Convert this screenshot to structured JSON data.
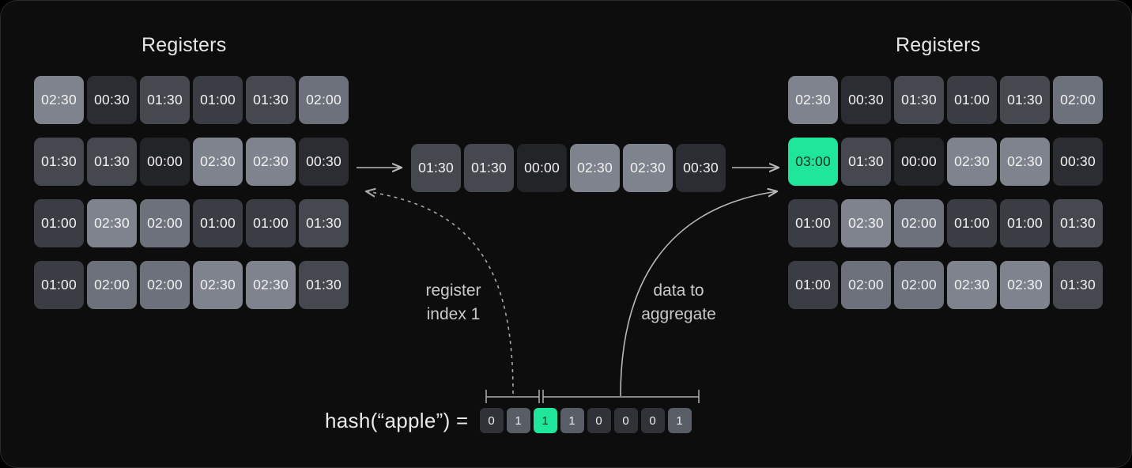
{
  "theme": {
    "background": "#0d0d0e",
    "border": "#2b2b2d",
    "accent_green": "#1fe69b",
    "text": "#e6e6e6",
    "muted_text": "#c9c9c9",
    "line": "#b9b9b9"
  },
  "panels": {
    "left": {
      "title": "Registers",
      "rows": [
        [
          {
            "value": "02:30",
            "highlighted": false
          },
          {
            "value": "00:30",
            "highlighted": false
          },
          {
            "value": "01:30",
            "highlighted": false
          },
          {
            "value": "01:00",
            "highlighted": false
          },
          {
            "value": "01:30",
            "highlighted": false
          },
          {
            "value": "02:00",
            "highlighted": false
          }
        ],
        [
          {
            "value": "01:30",
            "highlighted": false
          },
          {
            "value": "01:30",
            "highlighted": false
          },
          {
            "value": "00:00",
            "highlighted": false
          },
          {
            "value": "02:30",
            "highlighted": false
          },
          {
            "value": "02:30",
            "highlighted": false
          },
          {
            "value": "00:30",
            "highlighted": false
          }
        ],
        [
          {
            "value": "01:00",
            "highlighted": false
          },
          {
            "value": "02:30",
            "highlighted": false
          },
          {
            "value": "02:00",
            "highlighted": false
          },
          {
            "value": "01:00",
            "highlighted": false
          },
          {
            "value": "01:00",
            "highlighted": false
          },
          {
            "value": "01:30",
            "highlighted": false
          }
        ],
        [
          {
            "value": "01:00",
            "highlighted": false
          },
          {
            "value": "02:00",
            "highlighted": false
          },
          {
            "value": "02:00",
            "highlighted": false
          },
          {
            "value": "02:30",
            "highlighted": false
          },
          {
            "value": "02:30",
            "highlighted": false
          },
          {
            "value": "01:30",
            "highlighted": false
          }
        ]
      ]
    },
    "right": {
      "title": "Registers",
      "rows": [
        [
          {
            "value": "02:30",
            "highlighted": false
          },
          {
            "value": "00:30",
            "highlighted": false
          },
          {
            "value": "01:30",
            "highlighted": false
          },
          {
            "value": "01:00",
            "highlighted": false
          },
          {
            "value": "01:30",
            "highlighted": false
          },
          {
            "value": "02:00",
            "highlighted": false
          }
        ],
        [
          {
            "value": "03:00",
            "highlighted": true
          },
          {
            "value": "01:30",
            "highlighted": false
          },
          {
            "value": "00:00",
            "highlighted": false
          },
          {
            "value": "02:30",
            "highlighted": false
          },
          {
            "value": "02:30",
            "highlighted": false
          },
          {
            "value": "00:30",
            "highlighted": false
          }
        ],
        [
          {
            "value": "01:00",
            "highlighted": false
          },
          {
            "value": "02:30",
            "highlighted": false
          },
          {
            "value": "02:00",
            "highlighted": false
          },
          {
            "value": "01:00",
            "highlighted": false
          },
          {
            "value": "01:00",
            "highlighted": false
          },
          {
            "value": "01:30",
            "highlighted": false
          }
        ],
        [
          {
            "value": "01:00",
            "highlighted": false
          },
          {
            "value": "02:00",
            "highlighted": false
          },
          {
            "value": "02:00",
            "highlighted": false
          },
          {
            "value": "02:30",
            "highlighted": false
          },
          {
            "value": "02:30",
            "highlighted": false
          },
          {
            "value": "01:30",
            "highlighted": false
          }
        ]
      ]
    }
  },
  "selected_register_row": [
    {
      "value": "01:30",
      "highlighted": false
    },
    {
      "value": "01:30",
      "highlighted": false
    },
    {
      "value": "00:00",
      "highlighted": false
    },
    {
      "value": "02:30",
      "highlighted": false
    },
    {
      "value": "02:30",
      "highlighted": false
    },
    {
      "value": "00:30",
      "highlighted": false
    }
  ],
  "captions": {
    "register_index": "register\nindex 1",
    "data_to_aggregate": "data to\naggregate"
  },
  "hash": {
    "label": "hash(“apple”) =",
    "bits": [
      {
        "value": "0",
        "highlighted": false
      },
      {
        "value": "1",
        "highlighted": false
      },
      {
        "value": "1",
        "highlighted": true
      },
      {
        "value": "1",
        "highlighted": false
      },
      {
        "value": "0",
        "highlighted": false
      },
      {
        "value": "0",
        "highlighted": false
      },
      {
        "value": "0",
        "highlighted": false
      },
      {
        "value": "1",
        "highlighted": false
      }
    ],
    "index_bit_range": "bits 1-2",
    "data_bit_range": "bits 3-8"
  }
}
